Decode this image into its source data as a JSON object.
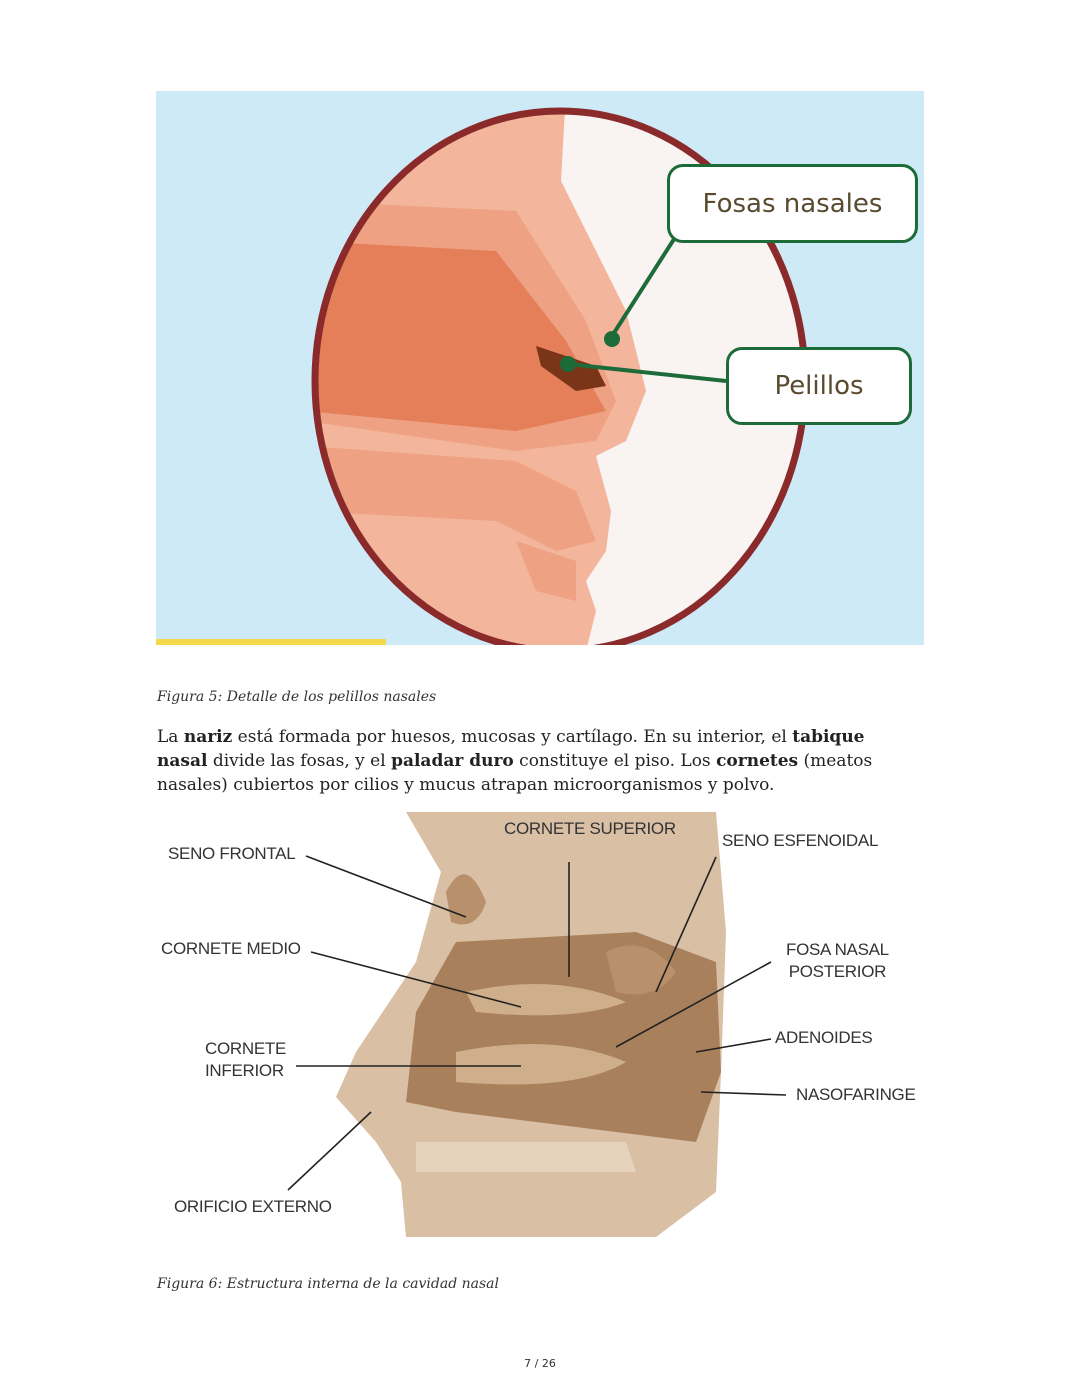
{
  "figure5": {
    "callouts": [
      "Fosas nasales",
      "Pelillos"
    ],
    "caption": "Figura 5: Detalle de los pelillos nasales"
  },
  "paragraph": {
    "parts": [
      {
        "text": "La ",
        "bold": false
      },
      {
        "text": "nariz",
        "bold": true
      },
      {
        "text": " está formada por huesos, mucosas y cartílago. En su interior, el ",
        "bold": false
      },
      {
        "text": "tabique nasal",
        "bold": true
      },
      {
        "text": " divide las fosas, y el ",
        "bold": false
      },
      {
        "text": "paladar duro",
        "bold": true
      },
      {
        "text": " constituye el piso. Los ",
        "bold": false
      },
      {
        "text": "cornetes",
        "bold": true
      },
      {
        "text": " (meatos nasales) cubiertos por cilios y mucus atrapan microorganismos y polvo.",
        "bold": false
      }
    ]
  },
  "figure6": {
    "labels": {
      "seno_frontal": "SENO FRONTAL",
      "cornete_superior": "CORNETE SUPERIOR",
      "seno_esfenoidal": "SENO ESFENOIDAL",
      "cornete_medio": "CORNETE MEDIO",
      "fosa_nasal_posterior_1": "FOSA NASAL",
      "fosa_nasal_posterior_2": "POSTERIOR",
      "cornete_inferior_1": "CORNETE",
      "cornete_inferior_2": "INFERIOR",
      "adenoides": "ADENOIDES",
      "nasofaringe": "NASOFARINGE",
      "orificio_externo": "ORIFICIO EXTERNO"
    },
    "caption": "Figura 6: Estructura interna de la cavidad nasal"
  },
  "footer": {
    "page": "7 / 26"
  }
}
